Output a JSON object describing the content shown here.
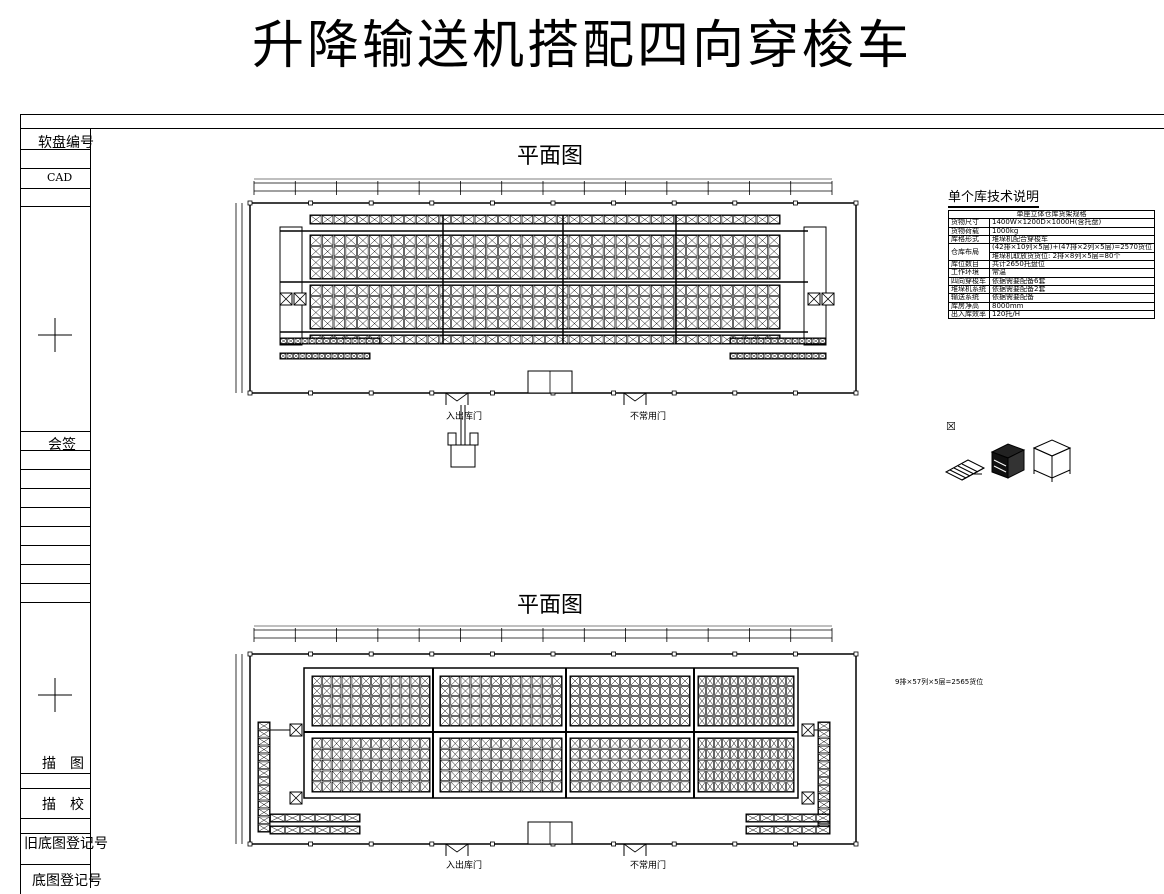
{
  "drawing": {
    "main_title": "升降输送机搭配四向穿梭车",
    "title_block": {
      "software_no": "软盘编号",
      "cad": "CAD",
      "countersign": "会签",
      "draw": "描　图",
      "check": "描　校",
      "old_reg": "旧底图登记号",
      "base_reg": "底图登记号"
    },
    "plan1": {
      "label": "平面图",
      "door_main": "入出库门",
      "door_rare": "不常用门"
    },
    "plan2": {
      "label": "平面图",
      "door_main": "入出库门",
      "door_rare": "不常用门",
      "note": "9排×57列×5层=2565货位"
    },
    "spec": {
      "title": "单个库技术说明",
      "header": "单座立体仓库货架规格",
      "rows": [
        {
          "k": "货物尺寸",
          "v": "1400W×1200D×1000H(含托盘)"
        },
        {
          "k": "货物荷载",
          "v": "1000kg"
        },
        {
          "k": "库格形式",
          "v": "堆垛机配合穿梭车"
        },
        {
          "k": "仓库布局",
          "v": "(42排×10列×5层)+(47排×2列×5层)=2570货位",
          "v2": "堆垛机取放货货位: 2排×8列×5层=80个"
        },
        {
          "k": "库位数目",
          "v": "共计2650托盘位"
        },
        {
          "k": "工作环境",
          "v": "常温"
        },
        {
          "k": "四向穿梭车",
          "v": "依据需要配备6套"
        },
        {
          "k": "堆垛机系统",
          "v": "依据需要配备2套"
        },
        {
          "k": "输送系统",
          "v": "依据需要配备"
        },
        {
          "k": "库房净高",
          "v": "8000mm"
        },
        {
          "k": "出入库效率",
          "v": "120托/H"
        }
      ]
    },
    "legend": {
      "icon": "☒"
    }
  }
}
